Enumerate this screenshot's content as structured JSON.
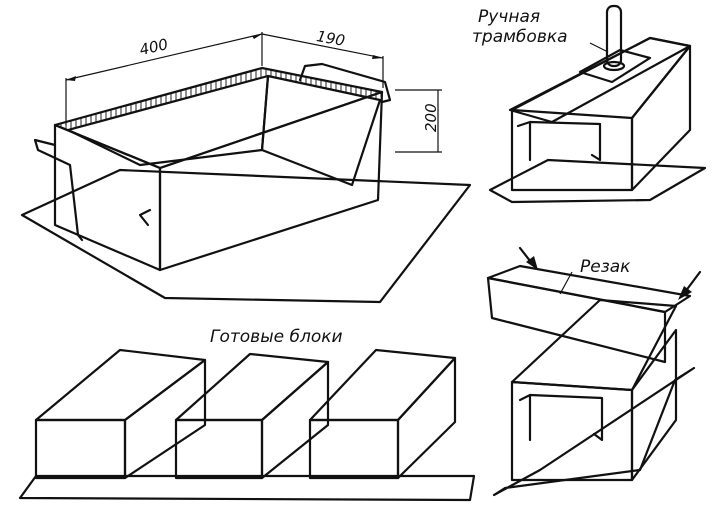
{
  "labels": {
    "manual_tamper": [
      "Ручная",
      "трамбовка"
    ],
    "cutter": "Резак",
    "finished_blocks": "Готовые блоки"
  },
  "dimensions": {
    "length": "400",
    "width": "190",
    "height": "200"
  }
}
